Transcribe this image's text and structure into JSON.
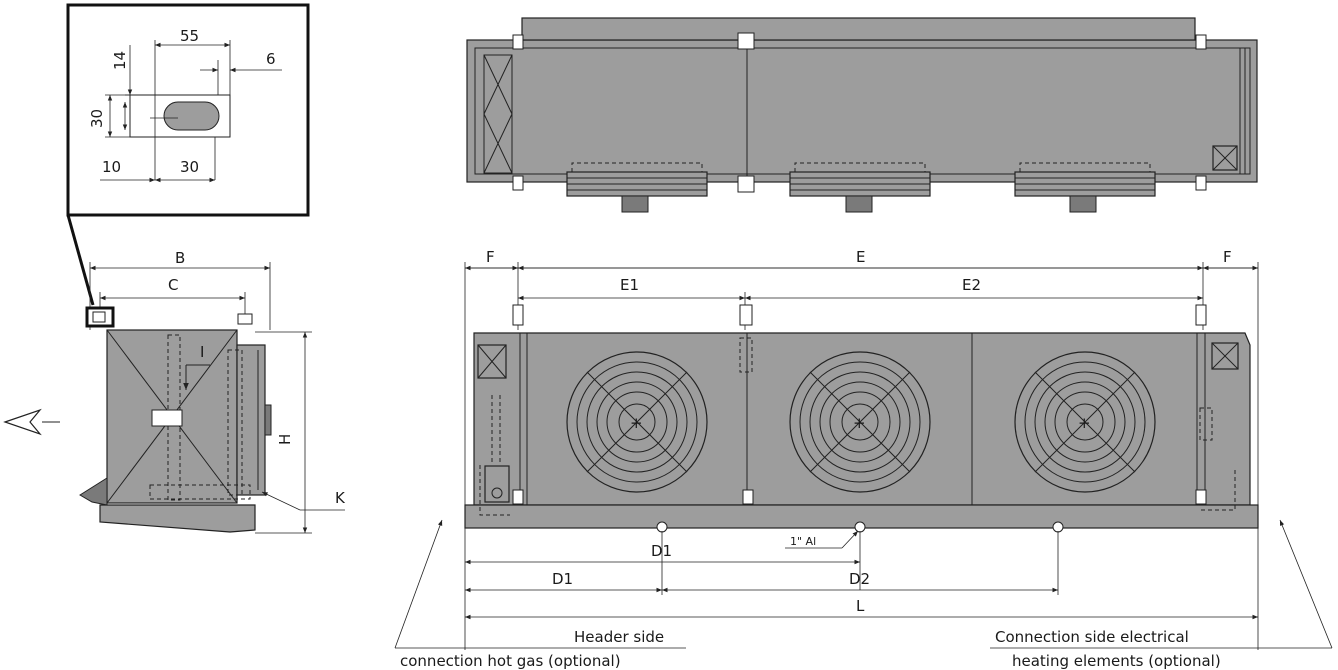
{
  "detail": {
    "dim_55": "55",
    "dim_6": "6",
    "dim_14": "14",
    "dim_30_vertical": "30",
    "dim_10": "10",
    "dim_30_horizontal": "30"
  },
  "side_view": {
    "dim_b": "B",
    "dim_c": "C",
    "dim_i": "I",
    "dim_h": "H",
    "dim_k": "K"
  },
  "front_view": {
    "dim_f_left": "F",
    "dim_e": "E",
    "dim_f_right": "F",
    "dim_e1": "E1",
    "dim_e2": "E2",
    "dim_d1_upper": "D1",
    "drain_label": "1\" Al",
    "dim_d1_lower": "D1",
    "dim_d2": "D2",
    "dim_l": "L"
  },
  "captions": {
    "left_line1": "Header side",
    "left_line2": "connection hot gas (optional)",
    "right_line1": "Connection side electrical",
    "right_line2": "heating elements (optional)"
  },
  "colors": {
    "housing": "#9d9d9d",
    "line": "#222222",
    "background": "#ffffff"
  }
}
